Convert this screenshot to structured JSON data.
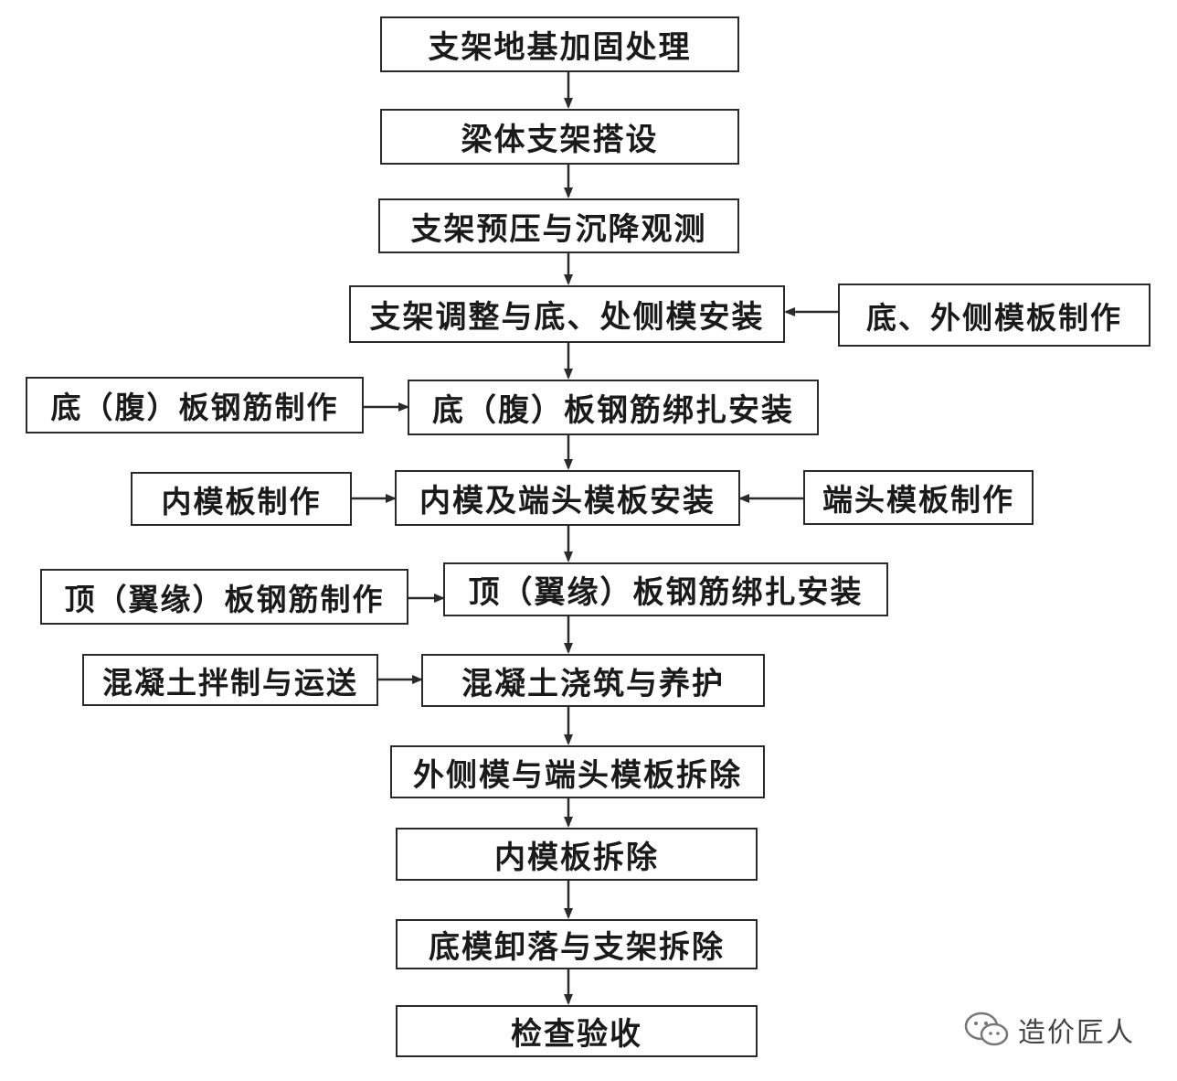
{
  "main_steps": [
    "支架地基加固处理",
    "梁体支架搭设",
    "支架预压与沉降观测",
    "支架调整与底、处侧模安装",
    "底（腹）板钢筋绑扎安装",
    "内模及端头模板安装",
    "顶（翼缘）板钢筋绑扎安装",
    "混凝土浇筑与养护",
    "外侧模与端头模板拆除",
    "内模板拆除",
    "底模卸落与支架拆除",
    "检查验收"
  ],
  "side_steps": {
    "formwork_fabrication": "底、外侧模板制作",
    "bottom_rebar_fabrication": "底（腹）板钢筋制作",
    "inner_formwork_fabrication": "内模板制作",
    "end_formwork_fabrication": "端头模板制作",
    "top_rebar_fabrication": "顶（翼缘）板钢筋制作",
    "concrete_mixing": "混凝土拌制与运送"
  },
  "watermark": {
    "text": "造价匠人",
    "icon": "wechat-icon"
  },
  "colors": {
    "line": "#2a2a2a",
    "text": "#1a1a1a",
    "background": "#ffffff"
  }
}
